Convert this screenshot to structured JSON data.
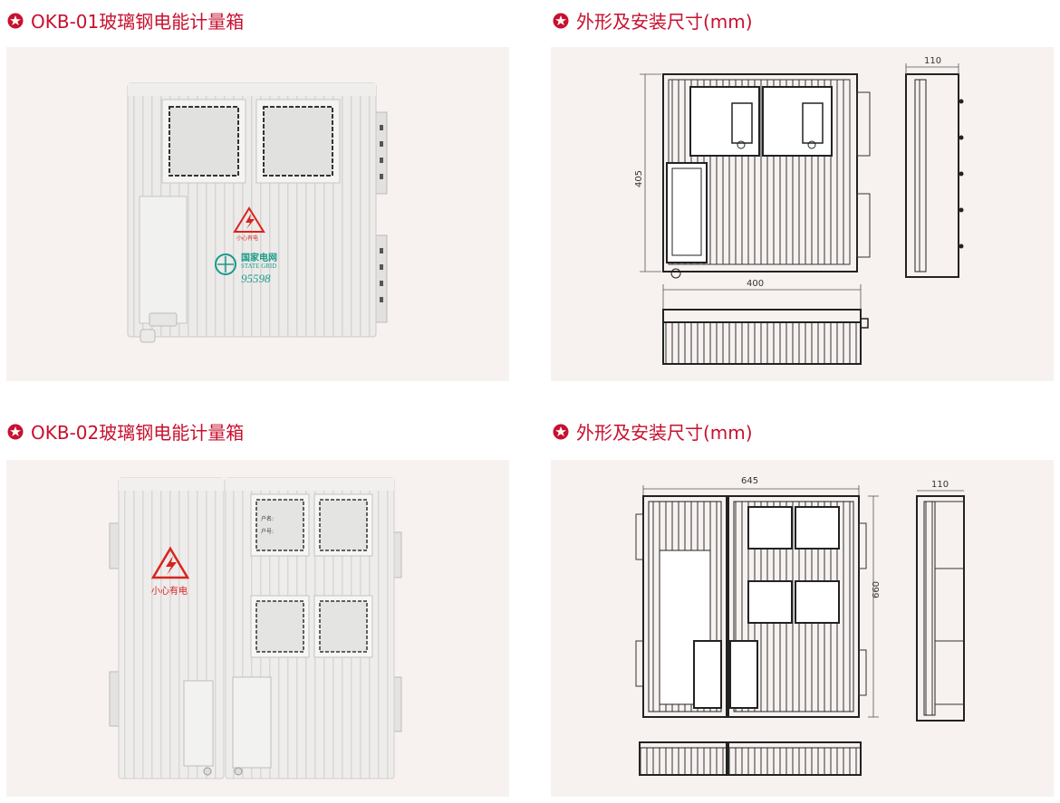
{
  "colors": {
    "heading": "#c8102e",
    "panel_bg": "#f7f2f0",
    "drawing": "#222222",
    "warning": "#d8231f",
    "grid_logo": "#1a9a8a"
  },
  "sections": [
    {
      "title": "OKB-01玻璃钢电能计量箱",
      "icon": "star-circle-icon"
    },
    {
      "title": "外形及安装尺寸(mm)",
      "icon": "star-circle-icon"
    },
    {
      "title": "OKB-02玻璃钢电能计量箱",
      "icon": "star-circle-icon"
    },
    {
      "title": "外形及安装尺寸(mm)",
      "icon": "star-circle-icon"
    }
  ],
  "photo1": {
    "warning_text": "小心有电",
    "logo_cn": "国家电网",
    "logo_en": "STATE GRID",
    "hotline": "95598"
  },
  "drawing1": {
    "width": "400",
    "height": "405",
    "depth": "110"
  },
  "photo2": {
    "warning_text": "小心有电",
    "label_name": "户名:",
    "label_no": "户号:"
  },
  "drawing2": {
    "width": "645",
    "height": "660",
    "depth": "110"
  }
}
